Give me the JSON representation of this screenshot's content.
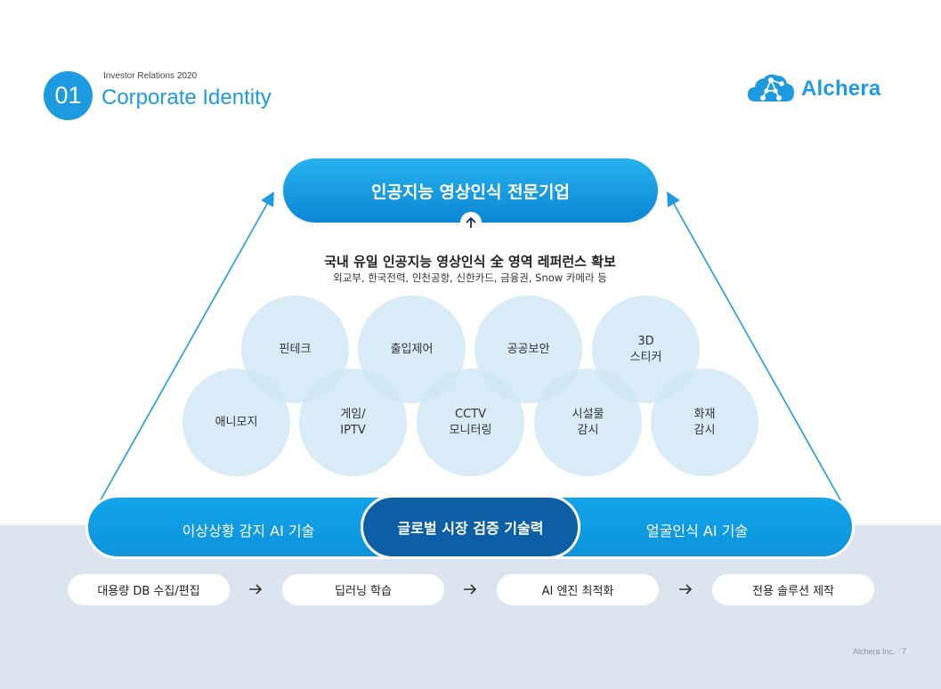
{
  "header": {
    "number": "01",
    "eyebrow": "Investor Relations 2020",
    "title": "Corporate Identity"
  },
  "logo": {
    "text": "Alchera",
    "icon": "cloud-network-icon"
  },
  "diagram": {
    "top_label": "인공지능 영상인식 전문기업",
    "headline": "국내 유일 인공지능 영상인식 全 영역 레퍼런스 확보",
    "subline": "외교부, 한국전력, 인천공항, 신한카드, 금융권, Snow 카메라 등",
    "circles_top": [
      "핀테크",
      "출입제어",
      "공공보안",
      "3D\n스티커"
    ],
    "circles_bottom": [
      "애니모지",
      "게임/\nIPTV",
      "CCTV\n모니터링",
      "시설물\n감시",
      "화재\n감시"
    ],
    "base_left": "이상상황 감지 AI 기술",
    "base_center": "글로벌 시장 검증 기술력",
    "base_right": "얼굴인식 AI 기술"
  },
  "process_steps": [
    "대용량 DB 수집/편집",
    "딥러닝 학습",
    "AI 엔진 최적화",
    "전용 솔루션 제작"
  ],
  "footer": {
    "company": "Alchera Inc.",
    "page": "7"
  },
  "colors": {
    "accent": "#1e9be0",
    "bar_blue": "#12a4ea",
    "center_navy": "#0d5fa5",
    "circle_fill": "#cde6f4",
    "band": "#dce4ef"
  }
}
